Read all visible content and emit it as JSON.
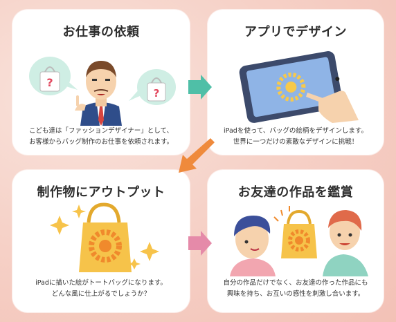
{
  "panels": [
    {
      "title": "お仕事の依頼",
      "desc": [
        "こども達は「ファッションデザイナー」として、",
        "お客様からバッグ制作のお仕事を依頼されます。"
      ]
    },
    {
      "title": "アプリでデザイン",
      "desc": [
        "iPadを使って、バッグの絵柄をデザインします。",
        "世界に一つだけの素敵なデザインに挑戦！"
      ]
    },
    {
      "title": "制作物にアウトプット",
      "desc": [
        "iPadに描いた絵がトートバッグになります。",
        "どんな風に仕上がるでしょうか？"
      ]
    },
    {
      "title": "お友達の作品を鑑賞",
      "desc": [
        "自分の作品だけでなく、お友達の作った作品にも",
        "興味を持ち、お互いの感性を刺激し合います。"
      ]
    }
  ],
  "icons": {
    "question": "?"
  },
  "colors": {
    "arrow1": "#4fbfa7",
    "arrow2": "#ef8a3c",
    "arrow3": "#e58aa9",
    "bag": "#f6c34a",
    "sun": "#f08a2c"
  }
}
